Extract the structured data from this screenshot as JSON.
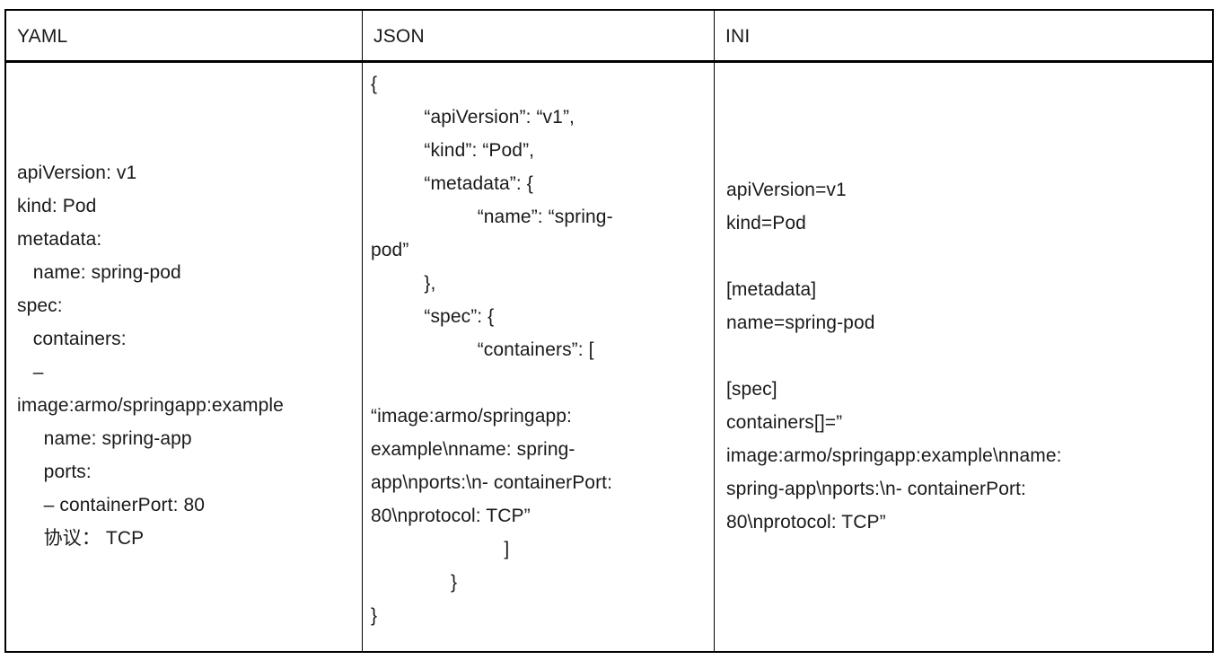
{
  "table": {
    "headers": [
      {
        "id": "yaml",
        "label": "YAML"
      },
      {
        "id": "json",
        "label": "JSON"
      },
      {
        "id": "ini",
        "label": "INI"
      }
    ],
    "columns": {
      "yaml": {
        "lines": [
          "apiVersion: v1",
          "kind: Pod",
          "metadata:",
          "   name: spring-pod",
          "spec:",
          "   containers:",
          "   –",
          "image:armo/springapp:example",
          "     name: spring-app",
          "     ports:",
          "     – containerPort: 80",
          "     协议： TCP"
        ]
      },
      "json": {
        "lines": [
          "{",
          "          “apiVersion”: “v1”,",
          "          “kind”: “Pod”,",
          "          “metadata”: {",
          "                    “name”: “spring-",
          "pod”",
          "          },",
          "          “spec”: {",
          "                    “containers”: [",
          "",
          "“image:armo/springapp:",
          "example\\nname: spring-",
          "app\\nports:\\n- containerPort:",
          "80\\nprotocol: TCP”",
          "                         ]",
          "               }",
          "}"
        ]
      },
      "ini": {
        "lines": [
          "apiVersion=v1",
          "kind=Pod",
          "",
          "[metadata]",
          "name=spring-pod",
          "",
          "[spec]",
          "containers[]=”",
          "image:armo/springapp:example\\nname:",
          "spring-app\\nports:\\n- containerPort:",
          "80\\nprotocol: TCP”"
        ]
      }
    }
  },
  "colors": {
    "border": "#000000",
    "text": "#1a1a1a",
    "background": "#ffffff"
  }
}
